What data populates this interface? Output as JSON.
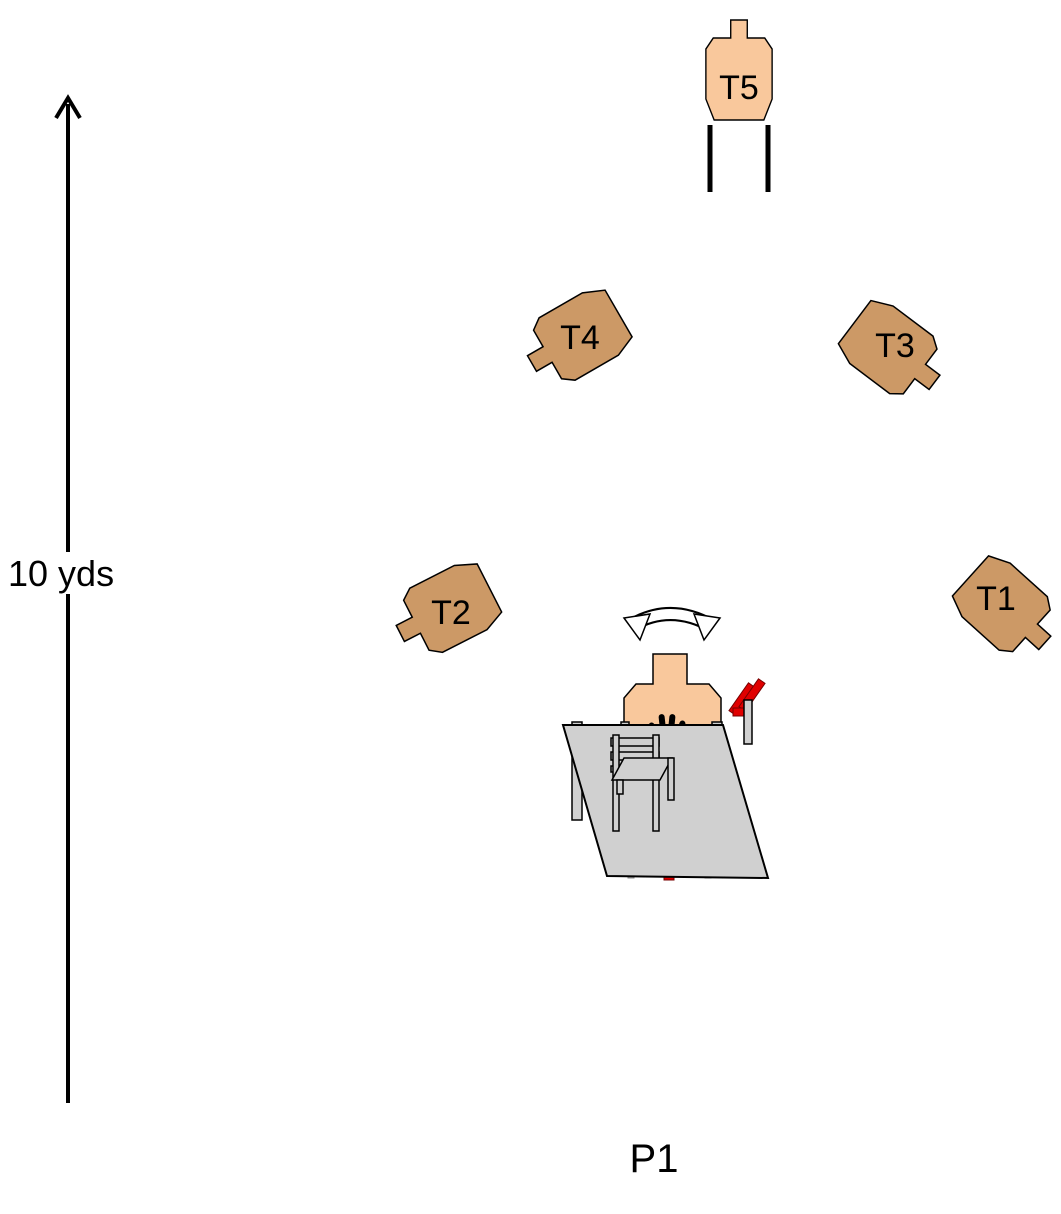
{
  "distance": {
    "label": "10 yds"
  },
  "position": {
    "label": "P1"
  },
  "targets": [
    {
      "id": "T1",
      "label": "T1",
      "kind": "cardboard-target"
    },
    {
      "id": "T2",
      "label": "T2",
      "kind": "cardboard-target"
    },
    {
      "id": "T3",
      "label": "T3",
      "kind": "cardboard-target"
    },
    {
      "id": "T4",
      "label": "T4",
      "kind": "cardboard-target"
    },
    {
      "id": "T5",
      "label": "T5",
      "kind": "cardboard-target"
    }
  ],
  "props": [
    {
      "name": "activator-target",
      "kind": "swinger",
      "icon": "hand-icon"
    },
    {
      "name": "table",
      "kind": "table"
    },
    {
      "name": "chair",
      "kind": "chair"
    }
  ],
  "colors": {
    "target_fill": "#cc9966",
    "target_fill_light": "#f9c89c",
    "mechanism_red": "#e00000",
    "table_top": "#d0d0d0"
  }
}
